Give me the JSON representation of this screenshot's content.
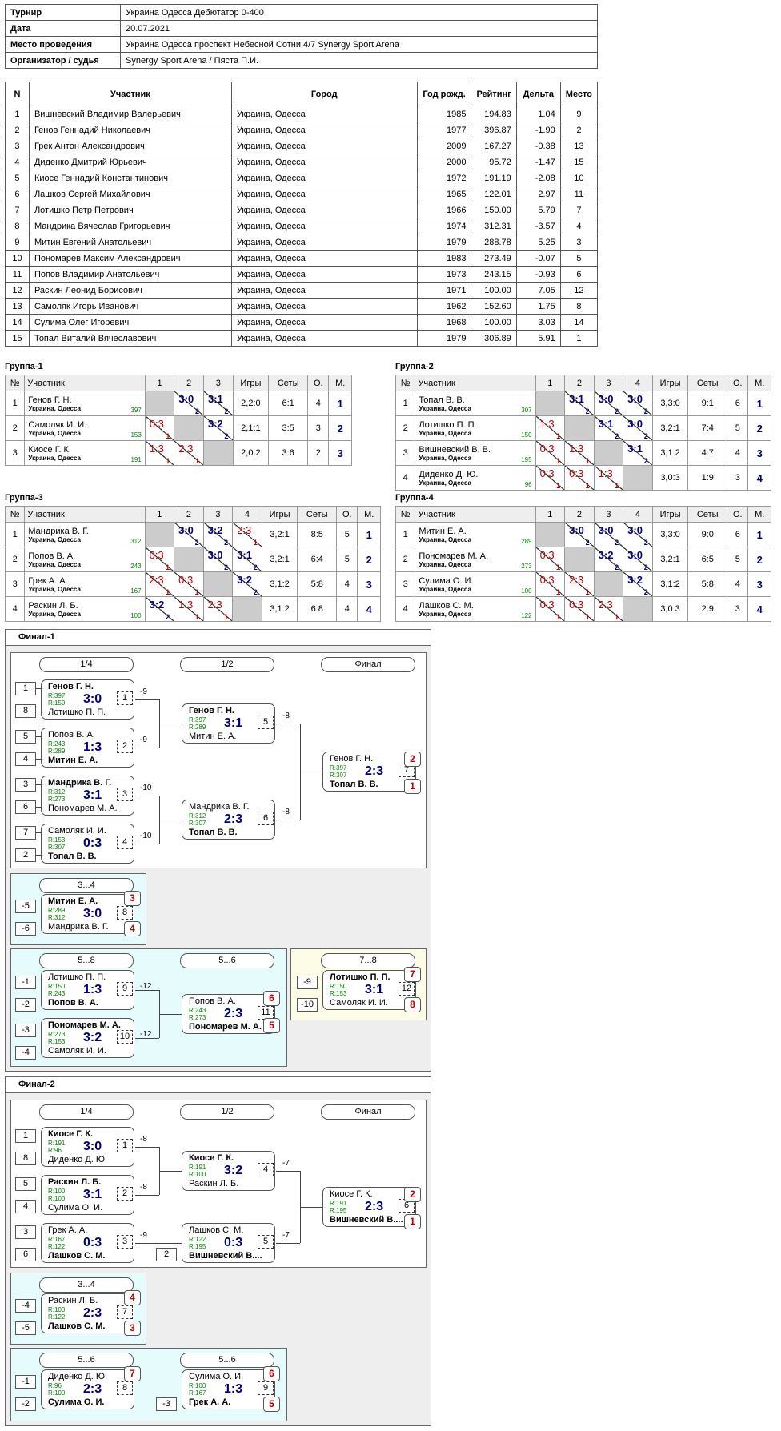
{
  "info": {
    "tournament_label": "Турнир",
    "tournament": "Украина Одесса Дебютатор 0-400",
    "date_label": "Дата",
    "date": "20.07.2021",
    "venue_label": "Место проведения",
    "venue": "Украина Одесса проспект Небесной Сотни 4/7 Synergy Sport Arena",
    "org_label": "Организатор / судья",
    "org": "Synergy Sport Arena / Пяста П.И."
  },
  "plist": {
    "headers": [
      "N",
      "Участник",
      "Город",
      "Год рожд.",
      "Рейтинг",
      "Дельта",
      "Место"
    ],
    "rows": [
      [
        "1",
        "Вишневский Владимир Валерьевич",
        "Украина, Одесса",
        "1985",
        "194.83",
        "1.04",
        "9"
      ],
      [
        "2",
        "Генов Геннадий Николаевич",
        "Украина, Одесса",
        "1977",
        "396.87",
        "-1.90",
        "2"
      ],
      [
        "3",
        "Грек Антон Александрович",
        "Украина, Одесса",
        "2009",
        "167.27",
        "-0.38",
        "13"
      ],
      [
        "4",
        "Диденко Дмитрий Юрьевич",
        "Украина, Одесса",
        "2000",
        "95.72",
        "-1.47",
        "15"
      ],
      [
        "5",
        "Киосе Геннадий Константинович",
        "Украина, Одесса",
        "1972",
        "191.19",
        "-2.08",
        "10"
      ],
      [
        "6",
        "Лашков Сергей Михайлович",
        "Украина, Одесса",
        "1965",
        "122.01",
        "2.97",
        "11"
      ],
      [
        "7",
        "Лотишко Петр Петрович",
        "Украина, Одесса",
        "1966",
        "150.00",
        "5.79",
        "7"
      ],
      [
        "8",
        "Мандрика Вячеслав Григорьевич",
        "Украина, Одесса",
        "1974",
        "312.31",
        "-3.57",
        "4"
      ],
      [
        "9",
        "Митин Евгений Анатольевич",
        "Украина, Одесса",
        "1979",
        "288.78",
        "5.25",
        "3"
      ],
      [
        "10",
        "Пономарев Максим Александрович",
        "Украина, Одесса",
        "1983",
        "273.49",
        "-0.07",
        "5"
      ],
      [
        "11",
        "Попов Владимир Анатольевич",
        "Украина, Одесса",
        "1973",
        "243.15",
        "-0.93",
        "6"
      ],
      [
        "12",
        "Раскин Леонид Борисович",
        "Украина, Одесса",
        "1971",
        "100.00",
        "7.05",
        "12"
      ],
      [
        "13",
        "Самоляк Игорь Иванович",
        "Украина, Одесса",
        "1962",
        "152.60",
        "1.75",
        "8"
      ],
      [
        "14",
        "Сулима Олег Игоревич",
        "Украина, Одесса",
        "1968",
        "100.00",
        "3.03",
        "14"
      ],
      [
        "15",
        "Топал Виталий Вячеславович",
        "Украина, Одесса",
        "1979",
        "306.89",
        "5.91",
        "1"
      ]
    ]
  },
  "group_headers": {
    "no": "№",
    "name": "Участник",
    "games": "Игры",
    "sets": "Сеты",
    "pts": "О.",
    "place": "М."
  },
  "groups": [
    {
      "title": "Группа-1",
      "rows": [
        {
          "n": "1",
          "name": "Генов Г. Н.",
          "city": "Украина, Одесса",
          "rating": "397",
          "cells": [
            null,
            [
              "3:0",
              "2",
              "w"
            ],
            [
              "3:1",
              "2",
              "w"
            ]
          ],
          "games": "2,2:0",
          "sets": "6:1",
          "pts": "4",
          "place": "1"
        },
        {
          "n": "2",
          "name": "Самоляк И. И.",
          "city": "Украина, Одесса",
          "rating": "153",
          "cells": [
            [
              "0:3",
              "1",
              "l"
            ],
            null,
            [
              "3:2",
              "2",
              "w"
            ]
          ],
          "games": "2,1:1",
          "sets": "3:5",
          "pts": "3",
          "place": "2"
        },
        {
          "n": "3",
          "name": "Киосе Г. К.",
          "city": "Украина, Одесса",
          "rating": "191",
          "cells": [
            [
              "1:3",
              "1",
              "l"
            ],
            [
              "2:3",
              "1",
              "l"
            ],
            null
          ],
          "games": "2,0:2",
          "sets": "3:6",
          "pts": "2",
          "place": "3"
        }
      ]
    },
    {
      "title": "Группа-2",
      "rows": [
        {
          "n": "1",
          "name": "Топал В. В.",
          "city": "Украина, Одесса",
          "rating": "307",
          "cells": [
            null,
            [
              "3:1",
              "2",
              "w"
            ],
            [
              "3:0",
              "2",
              "w"
            ],
            [
              "3:0",
              "2",
              "w"
            ]
          ],
          "games": "3,3:0",
          "sets": "9:1",
          "pts": "6",
          "place": "1"
        },
        {
          "n": "2",
          "name": "Лотишко П. П.",
          "city": "Украина, Одесса",
          "rating": "150",
          "cells": [
            [
              "1:3",
              "1",
              "l"
            ],
            null,
            [
              "3:1",
              "2",
              "w"
            ],
            [
              "3:0",
              "2",
              "w"
            ]
          ],
          "games": "3,2:1",
          "sets": "7:4",
          "pts": "5",
          "place": "2"
        },
        {
          "n": "3",
          "name": "Вишневский В. В.",
          "city": "Украина, Одесса",
          "rating": "195",
          "cells": [
            [
              "0:3",
              "1",
              "l"
            ],
            [
              "1:3",
              "1",
              "l"
            ],
            null,
            [
              "3:1",
              "2",
              "w"
            ]
          ],
          "games": "3,1:2",
          "sets": "4:7",
          "pts": "4",
          "place": "3"
        },
        {
          "n": "4",
          "name": "Диденко Д. Ю.",
          "city": "Украина, Одесса",
          "rating": "96",
          "cells": [
            [
              "0:3",
              "1",
              "l"
            ],
            [
              "0:3",
              "1",
              "l"
            ],
            [
              "1:3",
              "1",
              "l"
            ],
            null
          ],
          "games": "3,0:3",
          "sets": "1:9",
          "pts": "3",
          "place": "4"
        }
      ]
    },
    {
      "title": "Группа-3",
      "rows": [
        {
          "n": "1",
          "name": "Мандрика В. Г.",
          "city": "Украина, Одесса",
          "rating": "312",
          "cells": [
            null,
            [
              "3:0",
              "2",
              "w"
            ],
            [
              "3:2",
              "2",
              "w"
            ],
            [
              "2:3",
              "1",
              "l"
            ]
          ],
          "games": "3,2:1",
          "sets": "8:5",
          "pts": "5",
          "place": "1"
        },
        {
          "n": "2",
          "name": "Попов В. А.",
          "city": "Украина, Одесса",
          "rating": "243",
          "cells": [
            [
              "0:3",
              "1",
              "l"
            ],
            null,
            [
              "3:0",
              "2",
              "w"
            ],
            [
              "3:1",
              "2",
              "w"
            ]
          ],
          "games": "3,2:1",
          "sets": "6:4",
          "pts": "5",
          "place": "2"
        },
        {
          "n": "3",
          "name": "Грек А. А.",
          "city": "Украина, Одесса",
          "rating": "167",
          "cells": [
            [
              "2:3",
              "1",
              "l"
            ],
            [
              "0:3",
              "1",
              "l"
            ],
            null,
            [
              "3:2",
              "2",
              "w"
            ]
          ],
          "games": "3,1:2",
          "sets": "5:8",
          "pts": "4",
          "place": "3"
        },
        {
          "n": "4",
          "name": "Раскин Л. Б.",
          "city": "Украина, Одесса",
          "rating": "100",
          "cells": [
            [
              "3:2",
              "2",
              "w"
            ],
            [
              "1:3",
              "1",
              "l"
            ],
            [
              "2:3",
              "1",
              "l"
            ],
            null
          ],
          "games": "3,1:2",
          "sets": "6:8",
          "pts": "4",
          "place": "4"
        }
      ]
    },
    {
      "title": "Группа-4",
      "rows": [
        {
          "n": "1",
          "name": "Митин Е. А.",
          "city": "Украина, Одесса",
          "rating": "289",
          "cells": [
            null,
            [
              "3:0",
              "2",
              "w"
            ],
            [
              "3:0",
              "2",
              "w"
            ],
            [
              "3:0",
              "2",
              "w"
            ]
          ],
          "games": "3,3:0",
          "sets": "9:0",
          "pts": "6",
          "place": "1"
        },
        {
          "n": "2",
          "name": "Пономарев М. А.",
          "city": "Украина, Одесса",
          "rating": "273",
          "cells": [
            [
              "0:3",
              "1",
              "l"
            ],
            null,
            [
              "3:2",
              "2",
              "w"
            ],
            [
              "3:0",
              "2",
              "w"
            ]
          ],
          "games": "3,2:1",
          "sets": "6:5",
          "pts": "5",
          "place": "2"
        },
        {
          "n": "3",
          "name": "Сулима О. И.",
          "city": "Украина, Одесса",
          "rating": "100",
          "cells": [
            [
              "0:3",
              "1",
              "l"
            ],
            [
              "2:3",
              "1",
              "l"
            ],
            null,
            [
              "3:2",
              "2",
              "w"
            ]
          ],
          "games": "3,1:2",
          "sets": "5:8",
          "pts": "4",
          "place": "3"
        },
        {
          "n": "4",
          "name": "Лашков С. М.",
          "city": "Украина, Одесса",
          "rating": "122",
          "cells": [
            [
              "0:3",
              "1",
              "l"
            ],
            [
              "0:3",
              "1",
              "l"
            ],
            [
              "2:3",
              "1",
              "l"
            ],
            null
          ],
          "games": "3,0:3",
          "sets": "2:9",
          "pts": "3",
          "place": "4"
        }
      ]
    }
  ],
  "f1": {
    "title": "Финал-1",
    "rounds": [
      "1/4",
      "1/2",
      "Финал"
    ],
    "r34": "3...4",
    "r58": "5...8",
    "r56": "5...6",
    "r78": "7...8",
    "matches": [
      {
        "p1": "Генов Г. Н.",
        "p2": "Лотишко П. П.",
        "r1": "R:397",
        "r2": "R:150",
        "score": "3:0",
        "num": "1",
        "win": 1
      },
      {
        "p1": "Попов В. А.",
        "p2": "Митин Е. А.",
        "r1": "R:243",
        "r2": "R:289",
        "score": "1:3",
        "num": "2",
        "win": 2
      },
      {
        "p1": "Мандрика В. Г.",
        "p2": "Пономарев М. А.",
        "r1": "R:312",
        "r2": "R:273",
        "score": "3:1",
        "num": "3",
        "win": 1
      },
      {
        "p1": "Самоляк И. И.",
        "p2": "Топал В. В.",
        "r1": "R:153",
        "r2": "R:307",
        "score": "0:3",
        "num": "4",
        "win": 2
      },
      {
        "p1": "Генов Г. Н.",
        "p2": "Митин Е. А.",
        "r1": "R:397",
        "r2": "R:289",
        "score": "3:1",
        "num": "5",
        "win": 1
      },
      {
        "p1": "Мандрика В. Г.",
        "p2": "Топал В. В.",
        "r1": "R:312",
        "r2": "R:307",
        "score": "2:3",
        "num": "6",
        "win": 2
      },
      {
        "p1": "Генов Г. Н.",
        "p2": "Топал В. В.",
        "r1": "R:397",
        "r2": "R:307",
        "score": "2:3",
        "num": "7",
        "win": 2
      },
      {
        "p1": "Митин Е. А.",
        "p2": "Мандрика В. Г.",
        "r1": "R:289",
        "r2": "R:312",
        "score": "3:0",
        "num": "8",
        "win": 1
      },
      {
        "p1": "Лотишко П. П.",
        "p2": "Попов В. А.",
        "r1": "R:150",
        "r2": "R:243",
        "score": "1:3",
        "num": "9",
        "win": 2
      },
      {
        "p1": "Пономарев М. А.",
        "p2": "Самоляк И. И.",
        "r1": "R:273",
        "r2": "R:153",
        "score": "3:2",
        "num": "10",
        "win": 1
      },
      {
        "p1": "Попов В. А.",
        "p2": "Пономарев М. А.",
        "r1": "R:243",
        "r2": "R:273",
        "score": "2:3",
        "num": "11",
        "win": 2
      },
      {
        "p1": "Лотишко П. П.",
        "p2": "Самоляк И. И.",
        "r1": "R:150",
        "r2": "R:153",
        "score": "3:1",
        "num": "12",
        "win": 1
      }
    ],
    "seeds": [
      "1",
      "8",
      "5",
      "4",
      "3",
      "6",
      "7",
      "2",
      "-5",
      "-6",
      "-1",
      "-2",
      "-3",
      "-4",
      "-9",
      "-10"
    ],
    "losers": [
      "-9",
      "-9",
      "-10",
      "-10",
      "-8",
      "-8",
      "-12",
      "-12"
    ],
    "places": [
      "2",
      "1",
      "3",
      "4",
      "6",
      "5",
      "7",
      "8"
    ]
  },
  "f2": {
    "title": "Финал-2",
    "rounds": [
      "1/4",
      "1/2",
      "Финал"
    ],
    "r34": "3...4",
    "r56a": "5...6",
    "r56b": "5...6",
    "matches": [
      {
        "p1": "Киосе Г. К.",
        "p2": "Диденко Д. Ю.",
        "r1": "R:191",
        "r2": "R:96",
        "score": "3:0",
        "num": "1",
        "win": 1
      },
      {
        "p1": "Раскин Л. Б.",
        "p2": "Сулима О. И.",
        "r1": "R:100",
        "r2": "R:100",
        "score": "3:1",
        "num": "2",
        "win": 1
      },
      {
        "p1": "Грек А. А.",
        "p2": "Лашков С. М.",
        "r1": "R:167",
        "r2": "R:122",
        "score": "0:3",
        "num": "3",
        "win": 2
      },
      {
        "p1": "Киосе Г. К.",
        "p2": "Раскин Л. Б.",
        "r1": "R:191",
        "r2": "R:100",
        "score": "3:2",
        "num": "4",
        "win": 1
      },
      {
        "p1": "Лашков С. М.",
        "p2": "Вишневский В....",
        "r1": "R:122",
        "r2": "R:195",
        "score": "0:3",
        "num": "5",
        "win": 2
      },
      {
        "p1": "Киосе Г. К.",
        "p2": "Вишневский В....",
        "r1": "R:191",
        "r2": "R:195",
        "score": "2:3",
        "num": "6",
        "win": 2
      },
      {
        "p1": "Раскин Л. Б.",
        "p2": "Лашков С. М.",
        "r1": "R:100",
        "r2": "R:122",
        "score": "2:3",
        "num": "7",
        "win": 2
      },
      {
        "p1": "Диденко Д. Ю.",
        "p2": "Сулима О. И.",
        "r1": "R:96",
        "r2": "R:100",
        "score": "2:3",
        "num": "8",
        "win": 2
      },
      {
        "p1": "Сулима О. И.",
        "p2": "Грек А. А.",
        "r1": "R:100",
        "r2": "R:167",
        "score": "1:3",
        "num": "9",
        "win": 2
      }
    ],
    "seeds": [
      "1",
      "8",
      "5",
      "4",
      "3",
      "6",
      "2",
      "-4",
      "-5",
      "-1",
      "-2",
      "-3"
    ],
    "losers": [
      "-8",
      "-8",
      "-9",
      "-7",
      "-7"
    ],
    "places": [
      "2",
      "1",
      "4",
      "3",
      "7",
      "6",
      "5"
    ]
  },
  "colors": {
    "win": "#00007a",
    "lose": "#b00",
    "rating": "#080",
    "cyan": "#e6fbfb",
    "yellow": "#fdfce6"
  }
}
